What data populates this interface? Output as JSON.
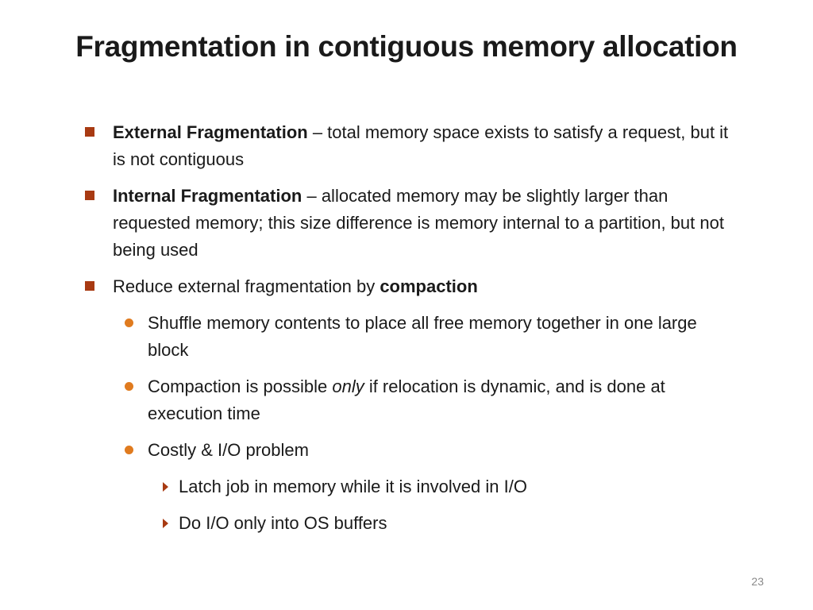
{
  "slide": {
    "title": "Fragmentation in contiguous memory allocation",
    "page_number": "23",
    "bullets": [
      {
        "bold": "External Fragmentation",
        "text": " – total memory space exists to satisfy a request, but it is not contiguous"
      },
      {
        "bold": "Internal Fragmentation",
        "text": " – allocated memory may be slightly larger than requested memory; this size difference is memory internal to a partition, but not being used"
      },
      {
        "text": "Reduce external fragmentation by ",
        "bold": "compaction"
      }
    ],
    "sub_bullets": [
      {
        "text": "Shuffle memory contents to place all free memory together in one large block"
      },
      {
        "text_before": "Compaction is possible ",
        "italic": "only",
        "text_after": " if relocation is dynamic, and is done at execution time"
      },
      {
        "text": "Costly & I/O problem"
      }
    ],
    "sub_sub_bullets": [
      {
        "text": "Latch job in memory while it is involved in I/O"
      },
      {
        "text": "Do I/O only into OS buffers"
      }
    ],
    "colors": {
      "square_bullet": "#a83a12",
      "dot_bullet": "#e07b1f",
      "arrow_bullet": "#a83a12"
    }
  }
}
